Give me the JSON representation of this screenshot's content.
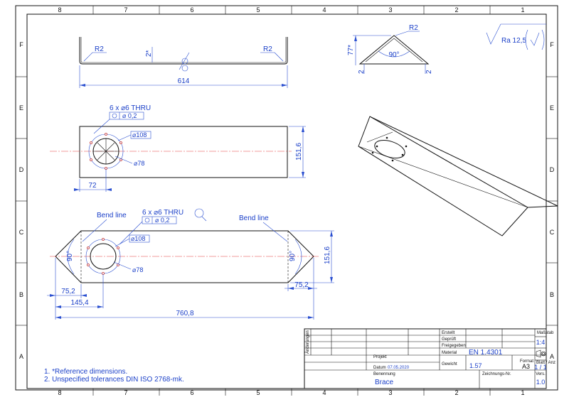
{
  "border": {
    "columns": [
      "8",
      "7",
      "6",
      "5",
      "4",
      "3",
      "2",
      "1"
    ],
    "rows": [
      "F",
      "E",
      "D",
      "C",
      "B",
      "A"
    ]
  },
  "views": {
    "side": {
      "radius_left": "R2",
      "radius_right": "R2",
      "offset": "2*",
      "length": "614"
    },
    "section": {
      "radius": "R2",
      "height": "77*",
      "angle": "90°",
      "leg_left": "2",
      "leg_right": "2"
    },
    "surface": {
      "roughness": "Ra 12,5"
    },
    "top": {
      "hole_callout": "6 x ⌀6 THRU",
      "position_tol": "⌀ 0,2",
      "bolt_circle": "⌀108",
      "bore": "⌀78",
      "offset": "72",
      "width": "151,6"
    },
    "flat": {
      "bend_left": "Bend line",
      "bend_right": "Bend line",
      "hole_callout": "6 x ⌀6 THRU",
      "position_tol": "⌀ 0,2",
      "bolt_circle": "⌀108",
      "bore": "⌀78",
      "angle_left": "90°",
      "angle_right": "90°",
      "width": "151,6",
      "tip_left": "75,2",
      "tip_right": "75,2",
      "center": "145,4",
      "total": "760,8"
    }
  },
  "notes": [
    "1. *Reference dimensions.",
    "2. Unspecified tolerances DIN ISO 2768-mk."
  ],
  "title_block": {
    "aenderungen": "Änderungen",
    "erstellt": "Erstellt",
    "geprueft": "Geprüft",
    "freigegeben": "Freigegeben",
    "massstab_label": "Maßstab",
    "massstab": "1:4",
    "projekt_label": "Projekt",
    "material_label": "Material",
    "material": "EN 1.4301",
    "datum_label": "Datum",
    "datum": "07.05.2020",
    "gewicht_label": "Gewicht",
    "gewicht": "1.57",
    "format_label": "Format",
    "format": "A3",
    "blatt_label": "Blatt / Anz",
    "blatt": "1 / 1",
    "benennung_label": "Benennung",
    "benennung": "Brace",
    "zeichnungsnr_label": "Zeichnungs-Nr.",
    "vers_label": "Vers.",
    "vers": "1.0"
  }
}
